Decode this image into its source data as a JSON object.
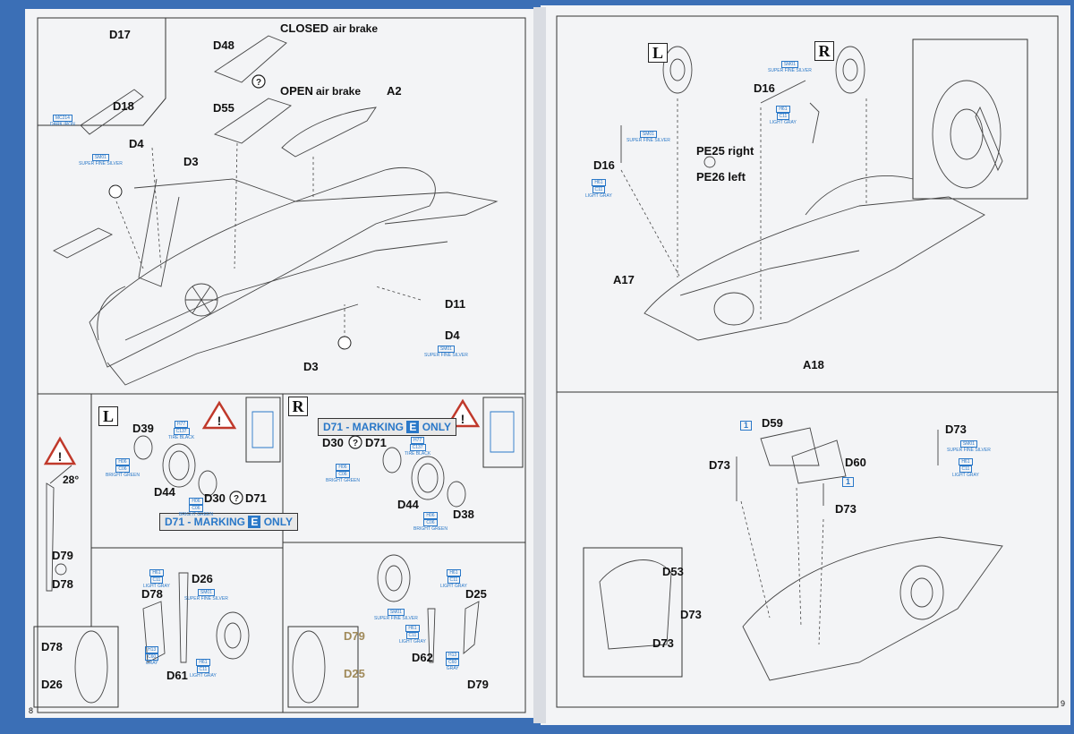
{
  "left_page": {
    "page_number": "8",
    "step_top": {
      "labels": {
        "d17": "D17",
        "d18": "D18",
        "d48": "D48",
        "closed": "CLOSED",
        "closed_suffix": "air brake",
        "open": "OPEN",
        "open_suffix": "air brake",
        "d55": "D55",
        "a2": "A2",
        "d4_top": "D4",
        "d3_top": "D3",
        "d11": "D11",
        "d4_bottom": "D4",
        "d3_bottom": "D3"
      },
      "paints": {
        "mc214": {
          "code": "MC214",
          "name": "DARK IRON"
        },
        "sm01_a": {
          "code": "SM01",
          "name": "SUPER FINE SILVER"
        },
        "sm01_b": {
          "code": "SM01",
          "name": "SUPER FINE SILVER"
        }
      }
    },
    "step_left_gear": {
      "angle": "28°",
      "d79": "D79",
      "d78": "D78"
    },
    "step_left_wheel": {
      "side": "L",
      "d39": "D39",
      "d44": "D44",
      "d30": "D30",
      "d71": "D71",
      "marking": {
        "prefix": "D71 - MARKING",
        "letter": "E",
        "suffix": "ONLY"
      },
      "paints": {
        "h77": {
          "code": "H77",
          "sub": "C137",
          "name": "TIRE BLACK"
        },
        "h06_a": {
          "code": "H06",
          "sub": "C06",
          "name": "BRIGHT GREEN"
        },
        "h06_b": {
          "code": "H06",
          "sub": "C06",
          "name": "BRIGHT GREEN"
        }
      }
    },
    "step_right_wheel": {
      "side": "R",
      "marking": {
        "prefix": "D71 - MARKING",
        "letter": "E",
        "suffix": "ONLY"
      },
      "d30": "D30",
      "d71": "D71",
      "d44": "D44",
      "d38": "D38",
      "paints": {
        "h77": {
          "code": "H77",
          "sub": "C137",
          "name": "TIRE BLACK"
        },
        "h06_a": {
          "code": "H06",
          "sub": "C06",
          "name": "BRIGHT GREEN"
        },
        "h06_b": {
          "code": "H06",
          "sub": "C06",
          "name": "BRIGHT GREEN"
        }
      }
    },
    "step_bottom_left": {
      "d26": "D26",
      "d78": "D78",
      "d61": "D61",
      "inset_d78": "D78",
      "inset_d26": "D26",
      "paints": {
        "h61": {
          "code": "H61",
          "sub": "C11",
          "name": "LIGHT GRAY"
        },
        "sm01": {
          "code": "SM01",
          "name": "SUPER FINE SILVER"
        },
        "h13": {
          "code": "H13",
          "sub": "C60",
          "name": "GRAY"
        },
        "h61_b": {
          "code": "H61",
          "sub": "C11",
          "name": "LIGHT GRAY"
        }
      }
    },
    "step_bottom_right": {
      "d25": "D25",
      "d62": "D62",
      "d79": "D79",
      "inset_d79": "D79",
      "inset_d25": "D25",
      "paints": {
        "h61": {
          "code": "H61",
          "sub": "C11",
          "name": "LIGHT GRAY"
        },
        "sm01": {
          "code": "SM01",
          "name": "SUPER FINE SILVER"
        },
        "h61_b": {
          "code": "H61",
          "sub": "C11",
          "name": "LIGHT GRAY"
        },
        "h13": {
          "code": "H13",
          "sub": "C60",
          "name": "GRAY"
        }
      }
    }
  },
  "right_page": {
    "page_number": "9",
    "step_top": {
      "side_l": "L",
      "side_r": "R",
      "d16_a": "D16",
      "d16_b": "D16",
      "pe25": "PE25 right",
      "pe26": "PE26 left",
      "a17": "A17",
      "a18": "A18",
      "paints": {
        "sm01_a": {
          "code": "SM01",
          "name": "SUPER FINE SILVER"
        },
        "sm01_b": {
          "code": "SM01",
          "name": "SUPER FINE SILVER"
        },
        "h61_a": {
          "code": "H61",
          "sub": "C11",
          "name": "LIGHT GRAY"
        },
        "h61_b": {
          "code": "H61",
          "sub": "C11",
          "name": "LIGHT GRAY"
        }
      }
    },
    "step_bottom": {
      "step1_a": "1",
      "step1_b": "1",
      "d59": "D59",
      "d60": "D60",
      "d73_a": "D73",
      "d73_b": "D73",
      "d73_c": "D73",
      "d73_d": "D73",
      "d73_e": "D73",
      "d53": "D53",
      "paints": {
        "sm01": {
          "code": "SM01",
          "name": "SUPER FINE SILVER"
        },
        "h61": {
          "code": "H61",
          "sub": "C11",
          "name": "LIGHT GRAY"
        }
      }
    }
  }
}
